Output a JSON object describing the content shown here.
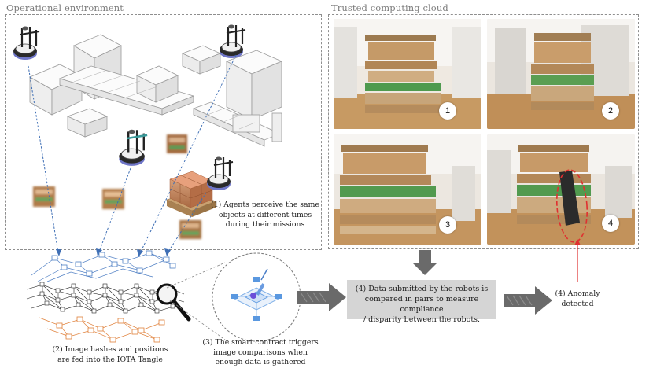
{
  "panels": {
    "operational_title": "Operational environment",
    "cloud_title": "Trusted computing cloud"
  },
  "captions": {
    "step1": [
      "(1) Agents perceive the same",
      "objects at different times",
      "during their missions"
    ],
    "step2": [
      "(2) Image hashes and positions",
      "are fed into the IOTA Tangle"
    ],
    "step3": [
      "(3) The smart contract triggers",
      "image comparisons when",
      "enough data is gathered"
    ],
    "step4": [
      "(4) Data submitted by the robots is",
      "compared in pairs to measure compliance",
      "/ disparity between the robots."
    ],
    "step5": [
      "(4) Anomaly",
      "detected"
    ]
  },
  "photos": [
    {
      "label": "1"
    },
    {
      "label": "2"
    },
    {
      "label": "3"
    },
    {
      "label": "4"
    }
  ],
  "icons": {
    "robot": "robot-icon",
    "magnifier": "magnifier-icon",
    "smart_contract": "smart-contract-icon",
    "arrow": "gray-arrow-icon"
  },
  "colors": {
    "tangle_blue": "#4f7fc4",
    "tangle_orange": "#e0803a",
    "anomaly_red": "#e03030",
    "dashed_arrow": "#3f6fb5",
    "arrow_gray": "#6a6a6a"
  }
}
